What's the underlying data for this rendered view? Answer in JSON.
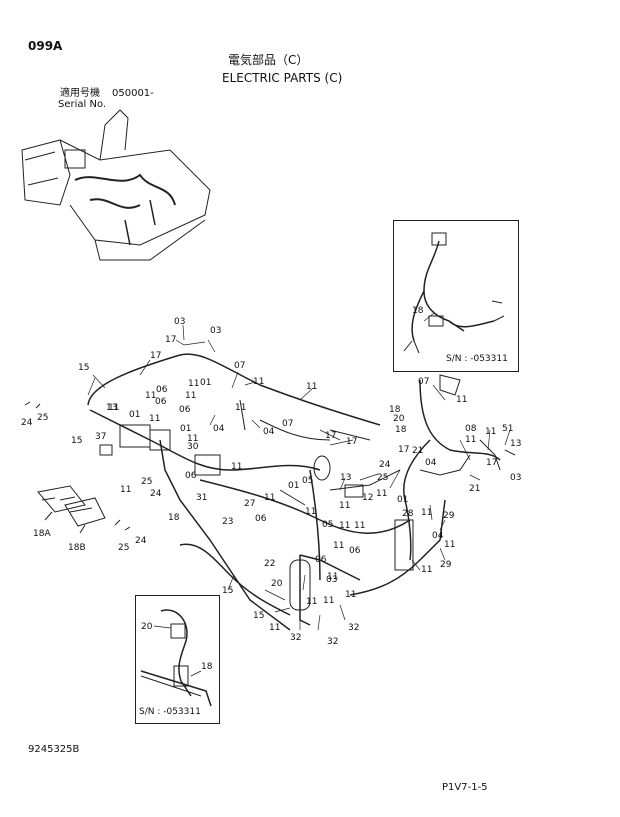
{
  "header": {
    "page_code": "099A",
    "title_jp": "電気部品（C）",
    "title_en": "ELECTRIC PARTS (C)",
    "serial_jp": "適用号機",
    "serial_no": "050001-",
    "serial_en": "Serial No."
  },
  "insets": {
    "top_right_sn": "S/N : -053311",
    "bottom_left_sn": "S/N : -053311"
  },
  "footer": {
    "drawing_no": "9245325B",
    "page_ref": "P1V7-1-5"
  },
  "callouts": [
    {
      "id": "c1",
      "text": "03"
    },
    {
      "id": "c2",
      "text": "17"
    },
    {
      "id": "c3",
      "text": "03"
    },
    {
      "id": "c4",
      "text": "17"
    },
    {
      "id": "c5",
      "text": "15"
    },
    {
      "id": "c6",
      "text": "07"
    },
    {
      "id": "c7",
      "text": "01"
    },
    {
      "id": "c8",
      "text": "11"
    },
    {
      "id": "c9",
      "text": "11"
    },
    {
      "id": "c10",
      "text": "06"
    },
    {
      "id": "c11",
      "text": "11"
    },
    {
      "id": "c12",
      "text": "11"
    },
    {
      "id": "c13",
      "text": "11"
    },
    {
      "id": "c14",
      "text": "13"
    },
    {
      "id": "c15",
      "text": "01"
    },
    {
      "id": "c16",
      "text": "06"
    },
    {
      "id": "c17",
      "text": "06"
    },
    {
      "id": "c18",
      "text": "01"
    },
    {
      "id": "c19",
      "text": "11"
    },
    {
      "id": "c20",
      "text": "11"
    },
    {
      "id": "c21",
      "text": "30"
    },
    {
      "id": "c22",
      "text": "37"
    },
    {
      "id": "c23",
      "text": "15"
    },
    {
      "id": "c24",
      "text": "04"
    },
    {
      "id": "c25",
      "text": "04"
    },
    {
      "id": "c26",
      "text": "07"
    },
    {
      "id": "c27",
      "text": "11"
    },
    {
      "id": "c28",
      "text": "11"
    },
    {
      "id": "c29",
      "text": "17"
    },
    {
      "id": "c30",
      "text": "17"
    },
    {
      "id": "c31",
      "text": "11"
    },
    {
      "id": "c32",
      "text": "06"
    },
    {
      "id": "c33",
      "text": "25"
    },
    {
      "id": "c34",
      "text": "11"
    },
    {
      "id": "c35",
      "text": "24"
    },
    {
      "id": "c36",
      "text": "31"
    },
    {
      "id": "c37",
      "text": "18"
    },
    {
      "id": "c38",
      "text": "27"
    },
    {
      "id": "c39",
      "text": "23"
    },
    {
      "id": "c40",
      "text": "06"
    },
    {
      "id": "c41",
      "text": "01"
    },
    {
      "id": "c42",
      "text": "11"
    },
    {
      "id": "c43",
      "text": "05"
    },
    {
      "id": "c44",
      "text": "05"
    },
    {
      "id": "c45",
      "text": "11"
    },
    {
      "id": "c46",
      "text": "13"
    },
    {
      "id": "c47",
      "text": "11"
    },
    {
      "id": "c48",
      "text": "12"
    },
    {
      "id": "c49",
      "text": "11"
    },
    {
      "id": "c50",
      "text": "25"
    },
    {
      "id": "c51",
      "text": "24"
    },
    {
      "id": "c52",
      "text": "11"
    },
    {
      "id": "c53",
      "text": "17"
    },
    {
      "id": "c54",
      "text": "21"
    },
    {
      "id": "c55",
      "text": "04"
    },
    {
      "id": "c56",
      "text": "01"
    },
    {
      "id": "c57",
      "text": "28"
    },
    {
      "id": "c58",
      "text": "11"
    },
    {
      "id": "c59",
      "text": "29"
    },
    {
      "id": "c60",
      "text": "04"
    },
    {
      "id": "c61",
      "text": "11"
    },
    {
      "id": "c62",
      "text": "29"
    },
    {
      "id": "c63",
      "text": "11"
    },
    {
      "id": "c64",
      "text": "07"
    },
    {
      "id": "c65",
      "text": "11"
    },
    {
      "id": "c66",
      "text": "08"
    },
    {
      "id": "c67",
      "text": "11"
    },
    {
      "id": "c68",
      "text": "51"
    },
    {
      "id": "c69",
      "text": "13"
    },
    {
      "id": "c70",
      "text": "11"
    },
    {
      "id": "c71",
      "text": "17"
    },
    {
      "id": "c72",
      "text": "21"
    },
    {
      "id": "c73",
      "text": "03"
    },
    {
      "id": "c74",
      "text": "24"
    },
    {
      "id": "c75",
      "text": "25"
    },
    {
      "id": "c76",
      "text": "18A"
    },
    {
      "id": "c77",
      "text": "18B"
    },
    {
      "id": "c78",
      "text": "25"
    },
    {
      "id": "c79",
      "text": "24"
    },
    {
      "id": "c80",
      "text": "22"
    },
    {
      "id": "c81",
      "text": "20"
    },
    {
      "id": "c82",
      "text": "06"
    },
    {
      "id": "c83",
      "text": "03"
    },
    {
      "id": "c84",
      "text": "11"
    },
    {
      "id": "c85",
      "text": "06"
    },
    {
      "id": "c86",
      "text": "15"
    },
    {
      "id": "c87",
      "text": "15"
    },
    {
      "id": "c88",
      "text": "11"
    },
    {
      "id": "c89",
      "text": "32"
    },
    {
      "id": "c90",
      "text": "32"
    },
    {
      "id": "c91",
      "text": "32"
    },
    {
      "id": "c92",
      "text": "11"
    },
    {
      "id": "c93",
      "text": "11"
    },
    {
      "id": "c94",
      "text": "18"
    },
    {
      "id": "c95",
      "text": "20"
    },
    {
      "id": "c96",
      "text": "18"
    },
    {
      "id": "c97",
      "text": "11"
    },
    {
      "id": "c98",
      "text": "11"
    },
    {
      "id": "c99",
      "text": "11"
    }
  ]
}
